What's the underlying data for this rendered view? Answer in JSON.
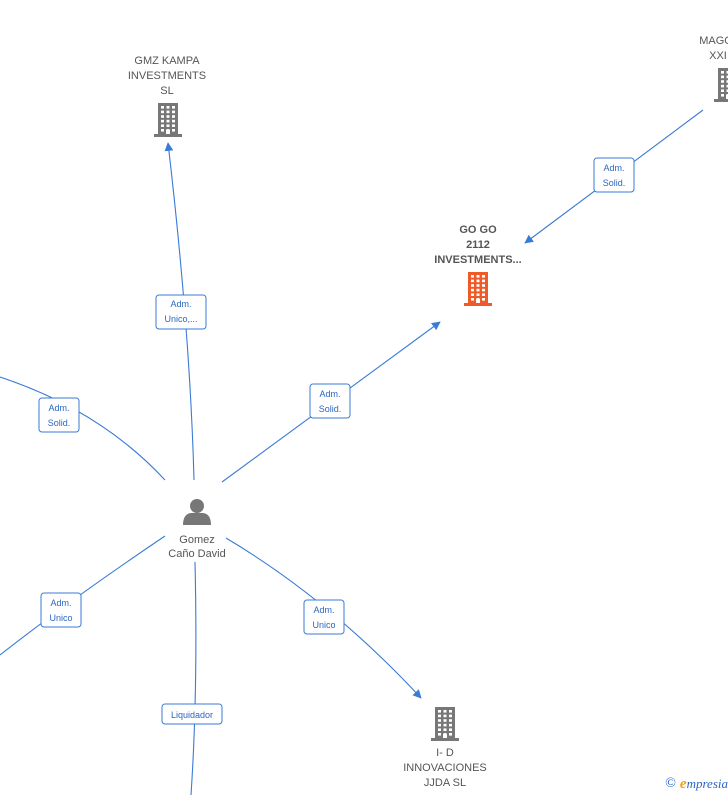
{
  "colors": {
    "edge": "#3a7bd5",
    "building": "#777777",
    "building_main": "#f05a28",
    "person": "#777777"
  },
  "person": {
    "icon": "person-icon",
    "label_lines": [
      "Gomez",
      "Caño David"
    ]
  },
  "companies": [
    {
      "id": "gmz",
      "icon": "building-icon",
      "main": false,
      "label_lines": [
        "GMZ KAMPA",
        "INVESTMENTS",
        "SL"
      ]
    },
    {
      "id": "gogo",
      "icon": "building-icon",
      "main": true,
      "label_lines": [
        "GO GO",
        "2112",
        "INVESTMENTS..."
      ]
    },
    {
      "id": "mago",
      "icon": "building-icon",
      "main": false,
      "label_lines": [
        "MAGO",
        "XXI"
      ]
    },
    {
      "id": "id",
      "icon": "building-icon",
      "main": false,
      "label_lines": [
        "I- D",
        "INNOVACIONES",
        "JJDA SL"
      ]
    }
  ],
  "edges": [
    {
      "id": "e-gmz",
      "label_lines": [
        "Adm.",
        "Unico,..."
      ]
    },
    {
      "id": "e-gogo",
      "label_lines": [
        "Adm.",
        "Solid."
      ]
    },
    {
      "id": "e-mago",
      "label_lines": [
        "Adm.",
        "Solid."
      ]
    },
    {
      "id": "e-left-top",
      "label_lines": [
        "Adm.",
        "Solid."
      ]
    },
    {
      "id": "e-left-bottom",
      "label_lines": [
        "Adm.",
        "Unico"
      ]
    },
    {
      "id": "e-id",
      "label_lines": [
        "Adm.",
        "Unico"
      ]
    },
    {
      "id": "e-bottom",
      "label_lines": [
        "Liquidador"
      ]
    }
  ],
  "watermark": {
    "copyright": "©",
    "brand_initial": "e",
    "brand_rest": "mpresia"
  }
}
